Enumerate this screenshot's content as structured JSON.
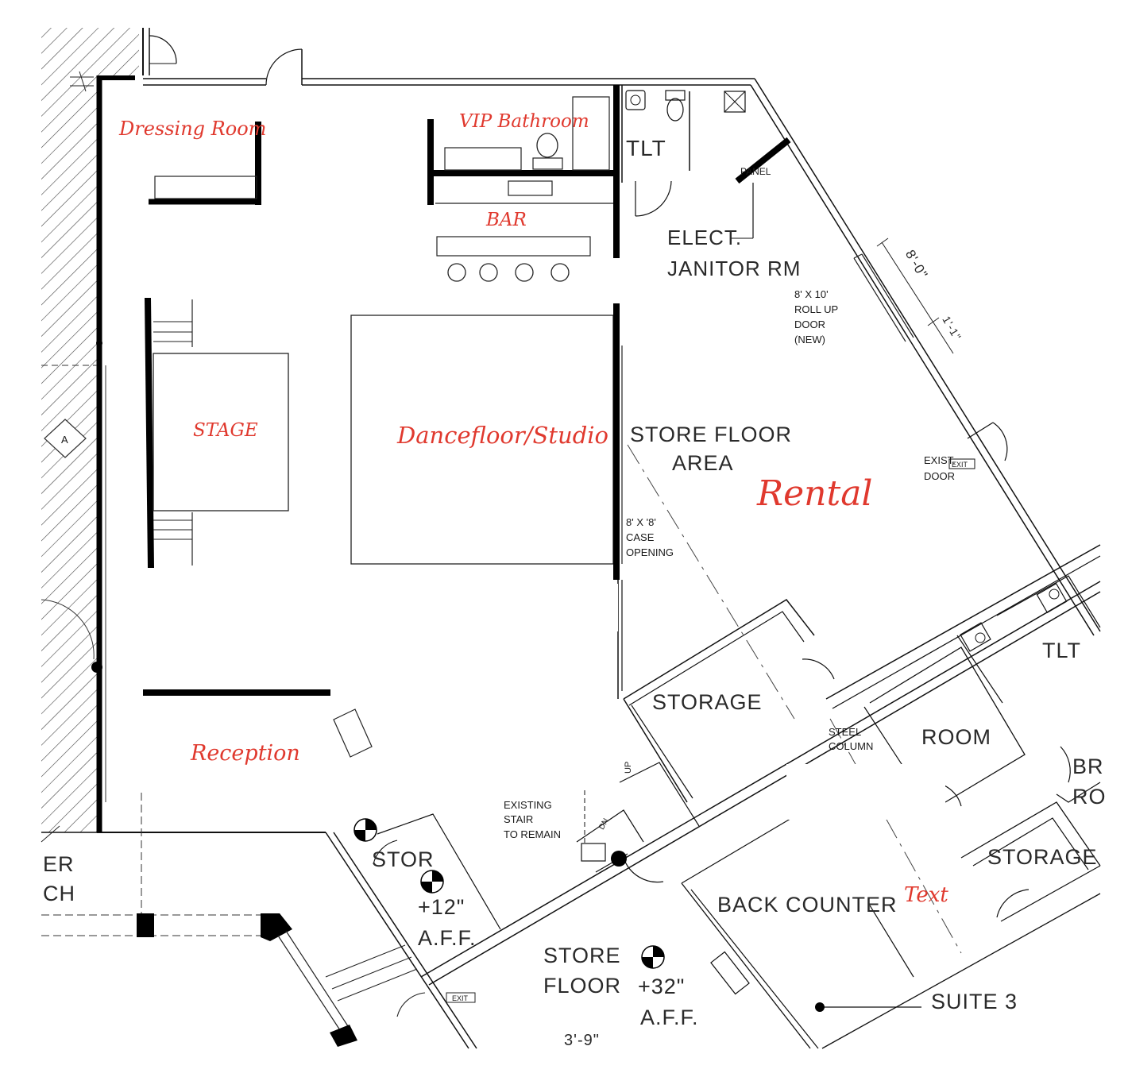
{
  "accent_color": "#e0392e",
  "ink_color": "#111111",
  "annotations": {
    "dressing_room": "Dressing Room",
    "vip_bathroom": "VIP Bathroom",
    "bar": "BAR",
    "stage": "STAGE",
    "dancefloor": "Dancefloor/Studio",
    "rental": "Rental",
    "reception": "Reception",
    "text": "Text"
  },
  "plan_labels": {
    "tlt": "TLT",
    "tlt_2": "TLT",
    "panel": "PANEL",
    "elect": "ELECT.",
    "janitor_rm": "JANITOR RM",
    "dim_8_0": "8'-0\"",
    "dim_1_1": "1'-1\"",
    "roll_up_1": "8' X 10'",
    "roll_up_2": "ROLL UP",
    "roll_up_3": "DOOR",
    "roll_up_4": "(NEW)",
    "store_floor_area_1": "STORE FLOOR",
    "store_floor_area_2": "AREA",
    "case_1": "8' X '8'",
    "case_2": "CASE",
    "case_3": "OPENING",
    "exist_door_1": "EXIST.",
    "exist_door_2": "DOOR",
    "exit_sign": "EXIT",
    "storage": "STORAGE",
    "storage_2": "STORAGE",
    "room": "ROOM",
    "steel_1": "STEEL",
    "steel_2": "COLUMN",
    "br_1": "BR",
    "br_2": "RO",
    "up": "UP",
    "dn": "DN",
    "existing_stair_1": "EXISTING",
    "existing_stair_2": "STAIR",
    "existing_stair_3": "TO REMAIN",
    "stor": "STOR",
    "plus_12": "+12\"",
    "aff_1": "A.F.F.",
    "store_floor_1": "STORE",
    "store_floor_2": "FLOOR",
    "plus_32": "+32\"",
    "aff_2": "A.F.F.",
    "back_counter": "BACK COUNTER",
    "suite": "SUITE  3",
    "er": "ER",
    "ch": "CH",
    "marker_a": "A",
    "dim_3_9": "3'-9\""
  }
}
